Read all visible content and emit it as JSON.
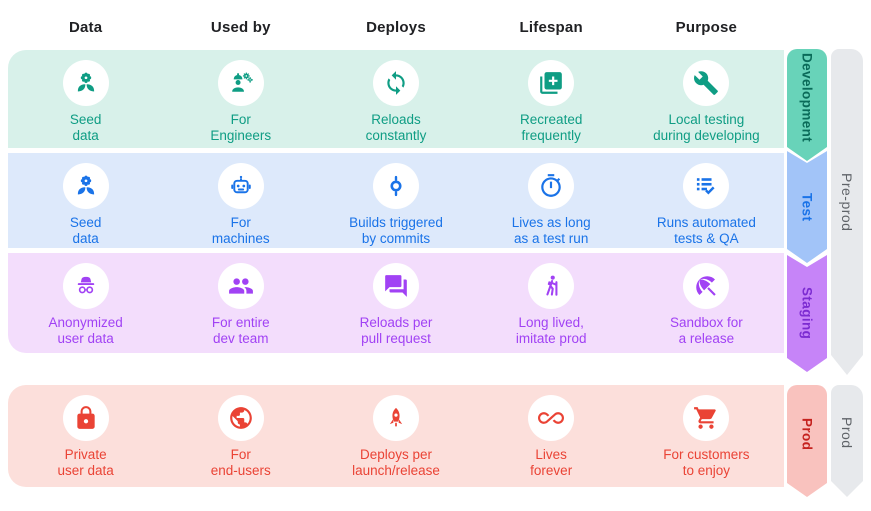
{
  "header": {
    "columns": [
      "Data",
      "Used by",
      "Deploys",
      "Lifespan",
      "Purpose"
    ]
  },
  "rows": [
    {
      "key": "development",
      "ribbon": {
        "label": "Development",
        "bg": "#68d3b9",
        "fg": "#0a6b59"
      },
      "colors": {
        "bg": "#d8f1ea",
        "fg": "#0f9d84"
      },
      "cells": [
        {
          "icon": "seed-icon",
          "lines": [
            "Seed",
            "data"
          ]
        },
        {
          "icon": "engineer-icon",
          "lines": [
            "For",
            "Engineers"
          ]
        },
        {
          "icon": "sync-icon",
          "lines": [
            "Reloads",
            "constantly"
          ]
        },
        {
          "icon": "library-add-icon",
          "lines": [
            "Recreated",
            "frequently"
          ]
        },
        {
          "icon": "wrench-icon",
          "lines": [
            "Local testing",
            "during developing"
          ]
        }
      ]
    },
    {
      "key": "test",
      "ribbon": {
        "label": "Test",
        "bg": "#a2c4f8",
        "fg": "#1a73e8"
      },
      "colors": {
        "bg": "#dde9fb",
        "fg": "#1a73e8"
      },
      "cells": [
        {
          "icon": "seed-icon",
          "lines": [
            "Seed",
            "data"
          ]
        },
        {
          "icon": "robot-icon",
          "lines": [
            "For",
            "machines"
          ]
        },
        {
          "icon": "commit-icon",
          "lines": [
            "Builds triggered",
            "by commits"
          ]
        },
        {
          "icon": "timer-icon",
          "lines": [
            "Lives as long",
            "as a test run"
          ]
        },
        {
          "icon": "checklist-icon",
          "lines": [
            "Runs automated",
            "tests & QA"
          ]
        }
      ]
    },
    {
      "key": "staging",
      "ribbon": {
        "label": "Staging",
        "bg": "#c684f8",
        "fg": "#7c2bd1"
      },
      "colors": {
        "bg": "#f3ddfc",
        "fg": "#a142f4"
      },
      "cells": [
        {
          "icon": "incognito-icon",
          "lines": [
            "Anonymized",
            "user data"
          ]
        },
        {
          "icon": "group-icon",
          "lines": [
            "For entire",
            "dev team"
          ]
        },
        {
          "icon": "chat-icon",
          "lines": [
            "Reloads per",
            "pull request"
          ]
        },
        {
          "icon": "hiking-icon",
          "lines": [
            "Long lived,",
            "imitate prod"
          ]
        },
        {
          "icon": "umbrella-icon",
          "lines": [
            "Sandbox for",
            "a release"
          ]
        }
      ]
    },
    {
      "key": "prod",
      "ribbon": {
        "label": "Prod",
        "bg": "#f9c2be",
        "fg": "#c5221f"
      },
      "colors": {
        "bg": "#fcdfdb",
        "fg": "#ea4335"
      },
      "cells": [
        {
          "icon": "lock-icon",
          "lines": [
            "Private",
            "user data"
          ]
        },
        {
          "icon": "globe-icon",
          "lines": [
            "For",
            "end-users"
          ]
        },
        {
          "icon": "rocket-icon",
          "lines": [
            "Deploys per",
            "launch/release"
          ]
        },
        {
          "icon": "infinity-icon",
          "lines": [
            "Lives",
            "forever"
          ]
        },
        {
          "icon": "cart-icon",
          "lines": [
            "For customers",
            "to enjoy"
          ]
        }
      ]
    }
  ],
  "outer_ribbons": [
    {
      "key": "preprod",
      "label": "Pre-prod",
      "bg": "#e7e9ec",
      "fg": "#5f6368"
    },
    {
      "key": "prod",
      "label": "Prod",
      "bg": "#e7e9ec",
      "fg": "#5f6368"
    }
  ]
}
